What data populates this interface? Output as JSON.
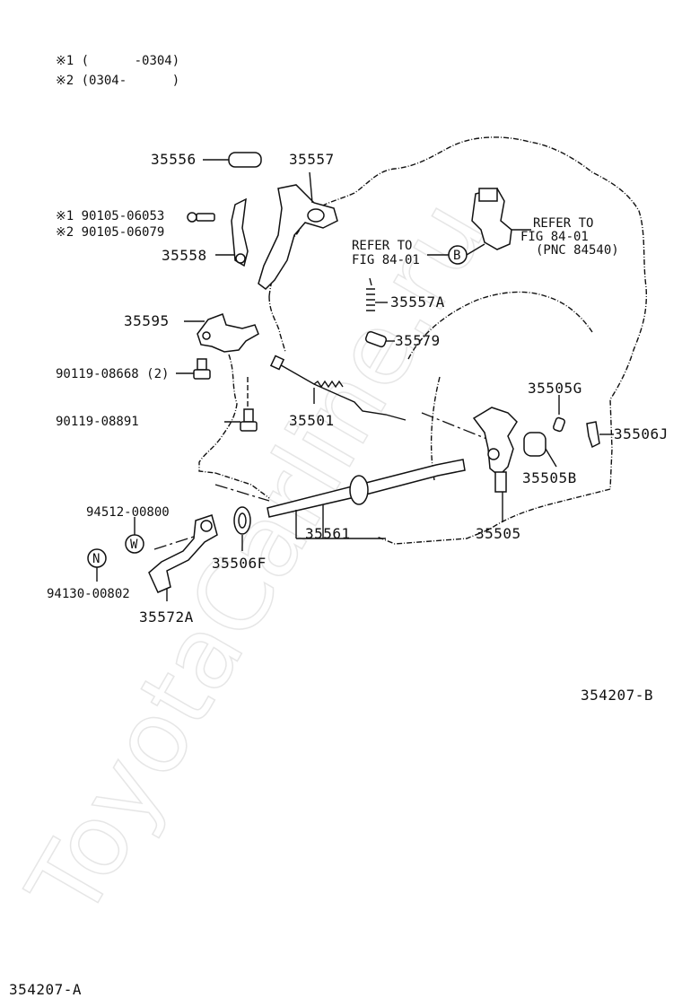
{
  "notes": {
    "note1": "※1 (      -0304)",
    "note2": "※2 (0304-      )"
  },
  "labels": {
    "p35556": "35556",
    "p35557": "35557",
    "bolt1": "※1 90105-06053",
    "bolt2": "※2 90105-06079",
    "p35558": "35558",
    "p35595": "35595",
    "p90119_08668": "90119-08668 (2)",
    "p90119_08891": "90119-08891",
    "p35501": "35501",
    "p35557A": "35557A",
    "p35579": "35579",
    "refer_left_1": "REFER TO",
    "refer_left_2": "FIG 84-01",
    "marker_b": "B",
    "refer_right_1": "REFER TO",
    "refer_right_2": "FIG 84-01",
    "refer_right_3": "(PNC 84540)",
    "p35505G": "35505G",
    "p35506J": "35506J",
    "p35505B": "35505B",
    "p35505": "35505",
    "p35561": "35561",
    "p35506F": "35506F",
    "p94512": "94512-00800",
    "marker_w": "W",
    "marker_n": "N",
    "p94130": "94130-00802",
    "p35572A": "35572A"
  },
  "figure_code_b": "354207-B",
  "figure_code_a": "354207-A",
  "watermark": "ToyotaCarline.ru"
}
